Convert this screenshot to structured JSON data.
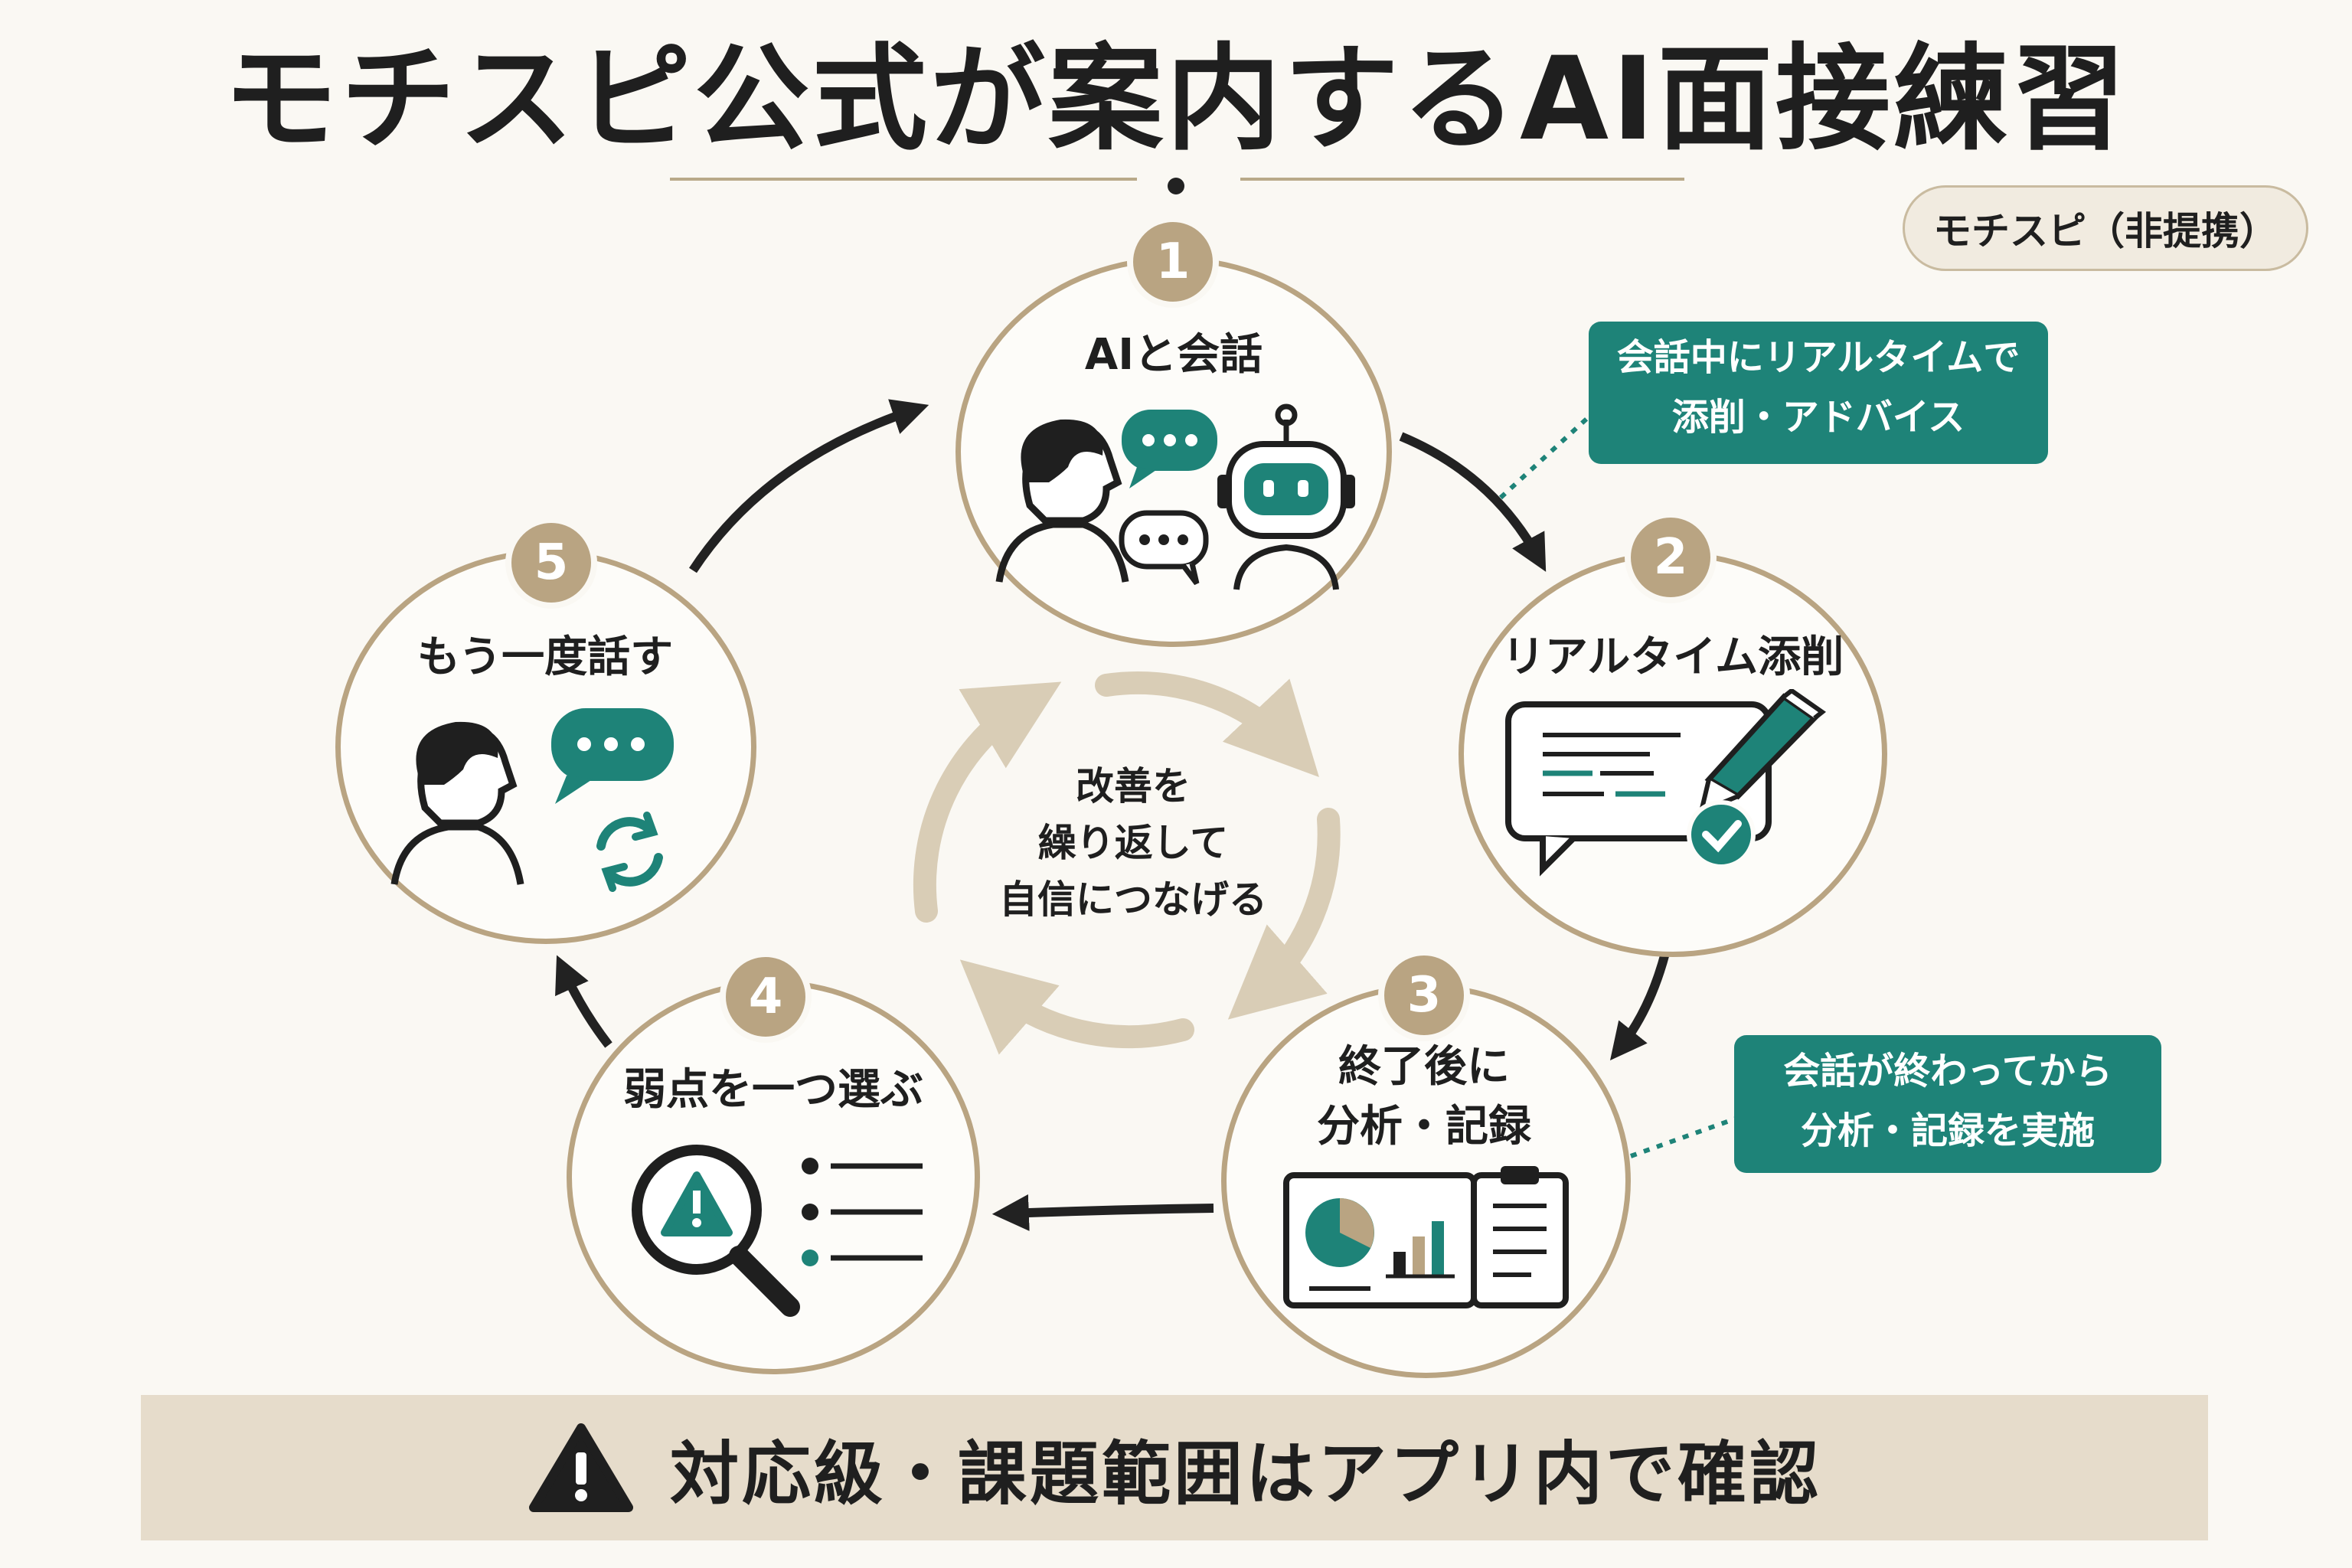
{
  "title": "モチスピ公式が案内するAI面接練習",
  "badge": "モチスピ（非提携）",
  "steps": [
    {
      "num": "1",
      "label": "AIと会話"
    },
    {
      "num": "2",
      "label": "リアルタイム添削"
    },
    {
      "num": "3",
      "label": "終了後に\n分析・記録"
    },
    {
      "num": "4",
      "label": "弱点を一つ選ぶ"
    },
    {
      "num": "5",
      "label": "もう一度話す"
    }
  ],
  "callouts": [
    {
      "text": "会話中にリアルタイムで\n添削・アドバイス"
    },
    {
      "text": "会話が終わってから\n分析・記録を実施"
    }
  ],
  "center": {
    "text": "改善を\n繰り返して\n自信につなげる"
  },
  "footer": {
    "text": "対応級・課題範囲はアプリ内で確認"
  },
  "colors": {
    "accent": "#1e8378",
    "beige": "#b9a482",
    "dark": "#1f1f1f",
    "background": "#faf8f3",
    "footer_bg": "#e6dccb"
  },
  "icons": [
    "person-icon",
    "speech-bubble-icon",
    "robot-icon",
    "document-icon",
    "pencil-icon",
    "check-icon",
    "pie-chart-icon",
    "bar-chart-icon",
    "clipboard-icon",
    "magnifier-icon",
    "warning-icon",
    "list-icon",
    "refresh-icon",
    "cycle-arrows-icon"
  ]
}
